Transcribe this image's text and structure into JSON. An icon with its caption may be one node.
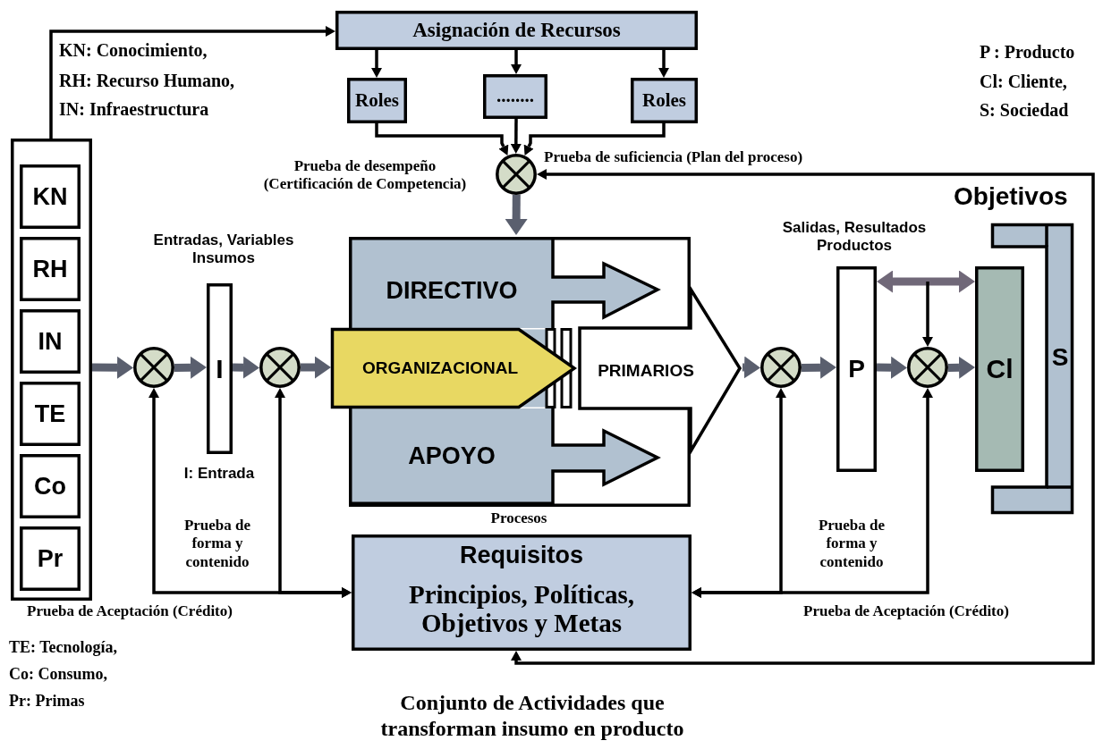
{
  "diagram": {
    "caption": "Conjunto de Actividades que transforman insumo en producto",
    "nodes": [
      {
        "text": [],
        "shape": "box"
      },
      {
        "text": [
          "KN"
        ],
        "in": 0
      },
      {
        "text": [
          "RH"
        ],
        "in": 0
      },
      {
        "text": [
          "IN"
        ],
        "in": 0
      },
      {
        "text": [
          "TE"
        ],
        "in": 0
      },
      {
        "text": [
          "Co"
        ],
        "in": 0
      },
      {
        "text": [
          "Pr"
        ],
        "in": 0
      },
      {
        "text": [
          "Asignación de Recursos"
        ]
      },
      {
        "text": [
          "Roles"
        ]
      },
      {
        "text": [
          "........"
        ]
      },
      {
        "text": [
          "Roles"
        ]
      },
      {
        "text": [],
        "shape": "circle"
      },
      {
        "text": [],
        "shape": "circle"
      },
      {
        "text": [
          "I"
        ],
        "beside": [
          "Entradas, Variables Insumos",
          "I: Entrada"
        ]
      },
      {
        "text": [],
        "shape": "circle"
      },
      {
        "text": [
          "Procesos"
        ]
      },
      {
        "text": [
          "DIRECTIVO"
        ],
        "in": 15
      },
      {
        "text": [
          "ORGANIZACIONAL"
        ]
      },
      {
        "text": [
          "APOYO"
        ],
        "in": 15
      },
      {
        "text": [
          "PRIMARIOS"
        ]
      },
      {
        "text": [],
        "shape": "circle"
      },
      {
        "text": [
          "P"
        ],
        "beside": [
          "Salidas, Resultados Productos"
        ]
      },
      {
        "text": [],
        "shape": "circle"
      },
      {
        "text": [
          "Cl"
        ]
      },
      {
        "text": [
          "S"
        ]
      },
      {
        "text": [
          "Requisitos",
          "Principios, Políticas, Objetivos y Metas"
        ]
      }
    ],
    "edges": [
      {
        "from": 0,
        "to": 7,
        "arrow": "to"
      },
      {
        "from": 7,
        "to": 8,
        "arrow": "to"
      },
      {
        "from": 7,
        "to": 9,
        "arrow": "to"
      },
      {
        "from": 7,
        "to": 10,
        "arrow": "to"
      },
      {
        "from": 8,
        "to": 11,
        "arrow": "to"
      },
      {
        "from": 9,
        "to": 11,
        "arrow": "to"
      },
      {
        "from": 10,
        "to": 11,
        "arrow": "to"
      },
      {
        "from": 11,
        "to": 15,
        "arrow": "to",
        "style": "thick",
        "color": "#5a5f6e"
      },
      {
        "from": 0,
        "to": 12,
        "arrow": "to",
        "style": "thick",
        "color": "#5a5f6e"
      },
      {
        "from": 12,
        "to": 13,
        "arrow": "to",
        "style": "thick",
        "color": "#5a5f6e"
      },
      {
        "from": 13,
        "to": 14,
        "arrow": "to",
        "style": "thick",
        "color": "#5a5f6e"
      },
      {
        "from": 14,
        "to": 17,
        "arrow": "to",
        "style": "thick",
        "color": "#5a5f6e"
      },
      {
        "from": 19,
        "to": 20,
        "arrow": "to",
        "style": "thick",
        "color": "#5a5f6e"
      },
      {
        "from": 20,
        "to": 21,
        "arrow": "to",
        "style": "thick",
        "color": "#5a5f6e"
      },
      {
        "from": 21,
        "to": 22,
        "arrow": "to",
        "style": "thick",
        "color": "#5a5f6e"
      },
      {
        "from": 22,
        "to": 23,
        "arrow": "to",
        "style": "thick",
        "color": "#5a5f6e"
      },
      {
        "from": 21,
        "to": 23,
        "arrow": "both",
        "style": "thick",
        "color": "#706878"
      },
      {
        "from": null,
        "to": 22,
        "arrow": "to"
      },
      {
        "from": 25,
        "to": 12,
        "arrow": "both"
      },
      {
        "from": 25,
        "to": 14,
        "arrow": "both"
      },
      {
        "from": 25,
        "to": 20,
        "arrow": "both"
      },
      {
        "from": 25,
        "to": 22,
        "arrow": "both"
      },
      {
        "from": 25,
        "to": 11,
        "arrow": "both",
        "label": "Prueba de suficiencia (Plan del proceso)"
      }
    ],
    "labels": [
      "KN: Conocimiento,",
      "RH: Recurso Humano,",
      "IN: Infraestructura",
      "P : Producto",
      "Cl: Cliente,",
      "S: Sociedad",
      "Prueba de desempeño (Certificación de Competencia)",
      "Objetivos",
      "Prueba de forma y contenido",
      "Prueba de Aceptación (Crédito)",
      "Prueba de forma y contenido",
      "Prueba de Aceptación (Crédito)",
      "TE: Tecnología,",
      "Co: Consumo,",
      "Pr: Primas"
    ]
  }
}
